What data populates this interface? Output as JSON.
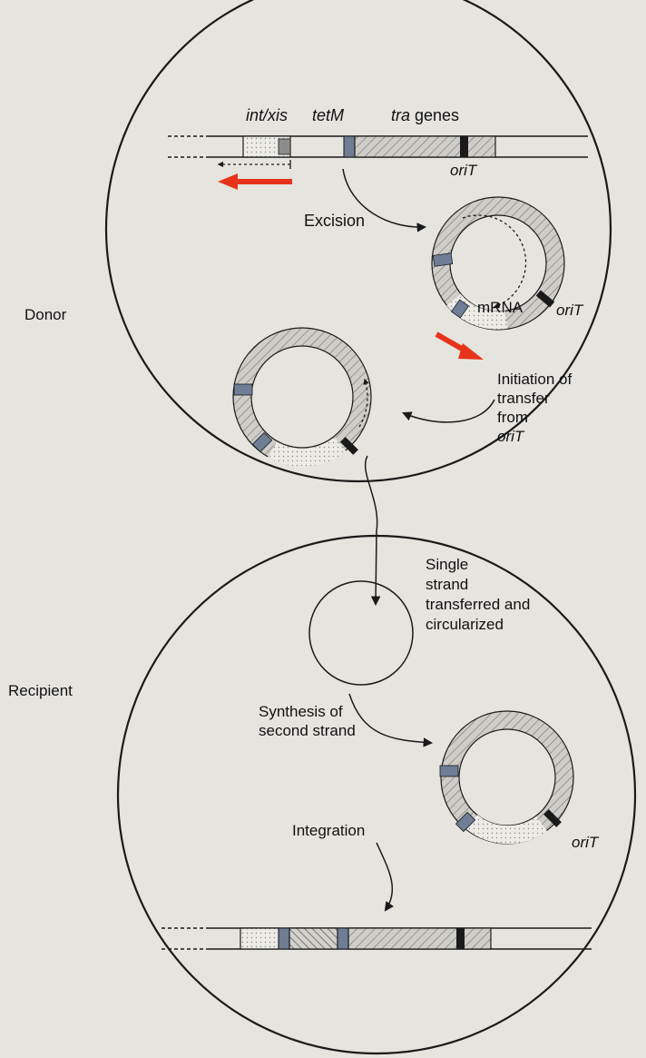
{
  "labels": {
    "int_xis": "int/xis",
    "tetM": "tetM",
    "tra": "tra",
    "genes": " genes",
    "oriT_top": "oriT",
    "excision": "Excision",
    "donor": "Donor",
    "mrna": "mRNA",
    "oriT_excised": "oriT",
    "initiation_1": "Initiation of",
    "initiation_2": "transfer",
    "initiation_3_prefix": "from ",
    "initiation_3_orit": "oriT",
    "single_1": "Single",
    "single_2": "strand",
    "single_3": "transferred and",
    "single_4": "circularized",
    "recipient": "Recipient",
    "synthesis_1": "Synthesis of",
    "synthesis_2": "second strand",
    "integration": "Integration",
    "oriT_recipient": "oriT"
  },
  "colors": {
    "background": "#e6e4df",
    "ink": "#1a1a1a",
    "hatch_fill": "#bdbdb9",
    "dot_fill": "#e9e7e2",
    "gray_block": "#6f7d95",
    "orit_block": "#1a1a1a",
    "red_arrow": "#e8331b"
  }
}
